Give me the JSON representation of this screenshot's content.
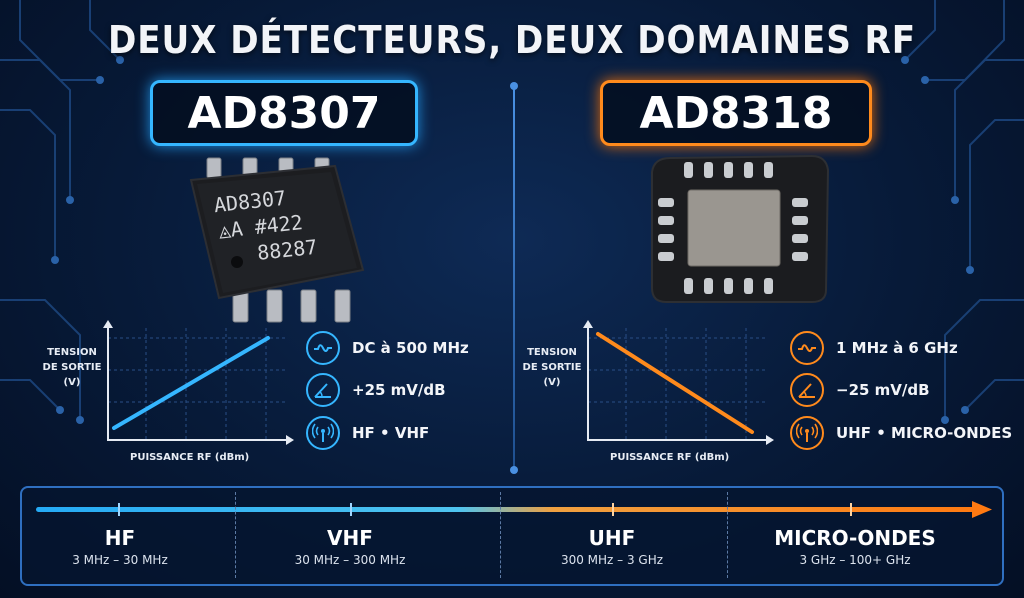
{
  "title": "DEUX DÉTECTEURS, DEUX DOMAINES RF",
  "left": {
    "name": "AD8307",
    "marking": [
      "AD8307",
      "◬A #422",
      "88287"
    ],
    "graph": {
      "ylabel": [
        "TENSION",
        "DE SORTIE",
        "(V)"
      ],
      "xlabel": "PUISSANCE RF (dBm)",
      "slope": "positive"
    },
    "specs": [
      {
        "icon": "sine-wave-icon",
        "text": "DC à 500 MHz"
      },
      {
        "icon": "slope-angle-icon",
        "text": "+25 mV/dB"
      },
      {
        "icon": "antenna-signal-icon",
        "text": "HF • VHF"
      }
    ],
    "color": "#35b6ff"
  },
  "right": {
    "name": "AD8318",
    "graph": {
      "ylabel": [
        "TENSION",
        "DE SORTIE",
        "(V)"
      ],
      "xlabel": "PUISSANCE RF (dBm)",
      "slope": "negative"
    },
    "specs": [
      {
        "icon": "sine-wave-icon",
        "text": "1 MHz à 6 GHz"
      },
      {
        "icon": "slope-angle-icon",
        "text": "−25 mV/dB"
      },
      {
        "icon": "antenna-signal-icon",
        "text": "UHF • MICRO-ONDES"
      }
    ],
    "color": "#ff8a1c"
  },
  "bands": [
    {
      "name": "HF",
      "range": "3 MHz – 30 MHz"
    },
    {
      "name": "VHF",
      "range": "30 MHz – 300 MHz"
    },
    {
      "name": "UHF",
      "range": "300 MHz – 3 GHz"
    },
    {
      "name": "MICRO-ONDES",
      "range": "3 GHz – 100+ GHz"
    }
  ]
}
